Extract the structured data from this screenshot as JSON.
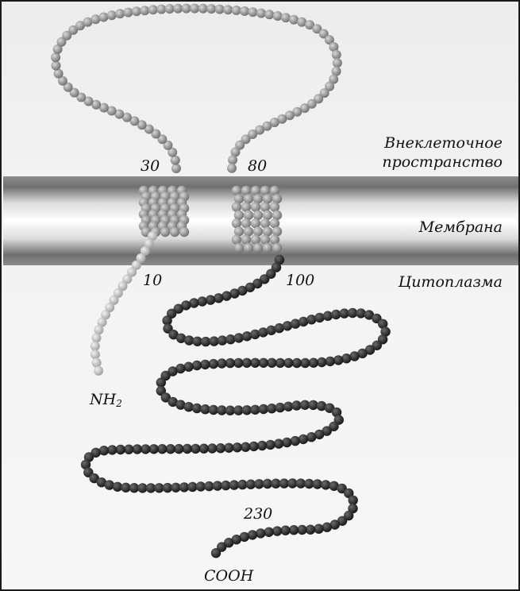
{
  "regions": {
    "extracellular": "Внеклеточное пространство",
    "extracellular_line1": "Внеклеточное",
    "extracellular_line2": "пространство",
    "membrane": "Мембрана",
    "cytoplasm": "Цитоплазма"
  },
  "residue_labels": {
    "r10": "10",
    "r30": "30",
    "r80": "80",
    "r100": "100",
    "r230": "230"
  },
  "termini": {
    "n_terminus_base": "NH",
    "n_terminus_sub": "2",
    "c_terminus": "COOH"
  },
  "colors": {
    "membrane_dark": "#7a7a7a",
    "membrane_light": "#ffffff",
    "bead_extracellular": "#8a8a8a",
    "bead_transmembrane": "#9a9a9a",
    "bead_n_terminal": "#b8b8b8",
    "bead_cytoplasmic": "#2a2a2a"
  }
}
